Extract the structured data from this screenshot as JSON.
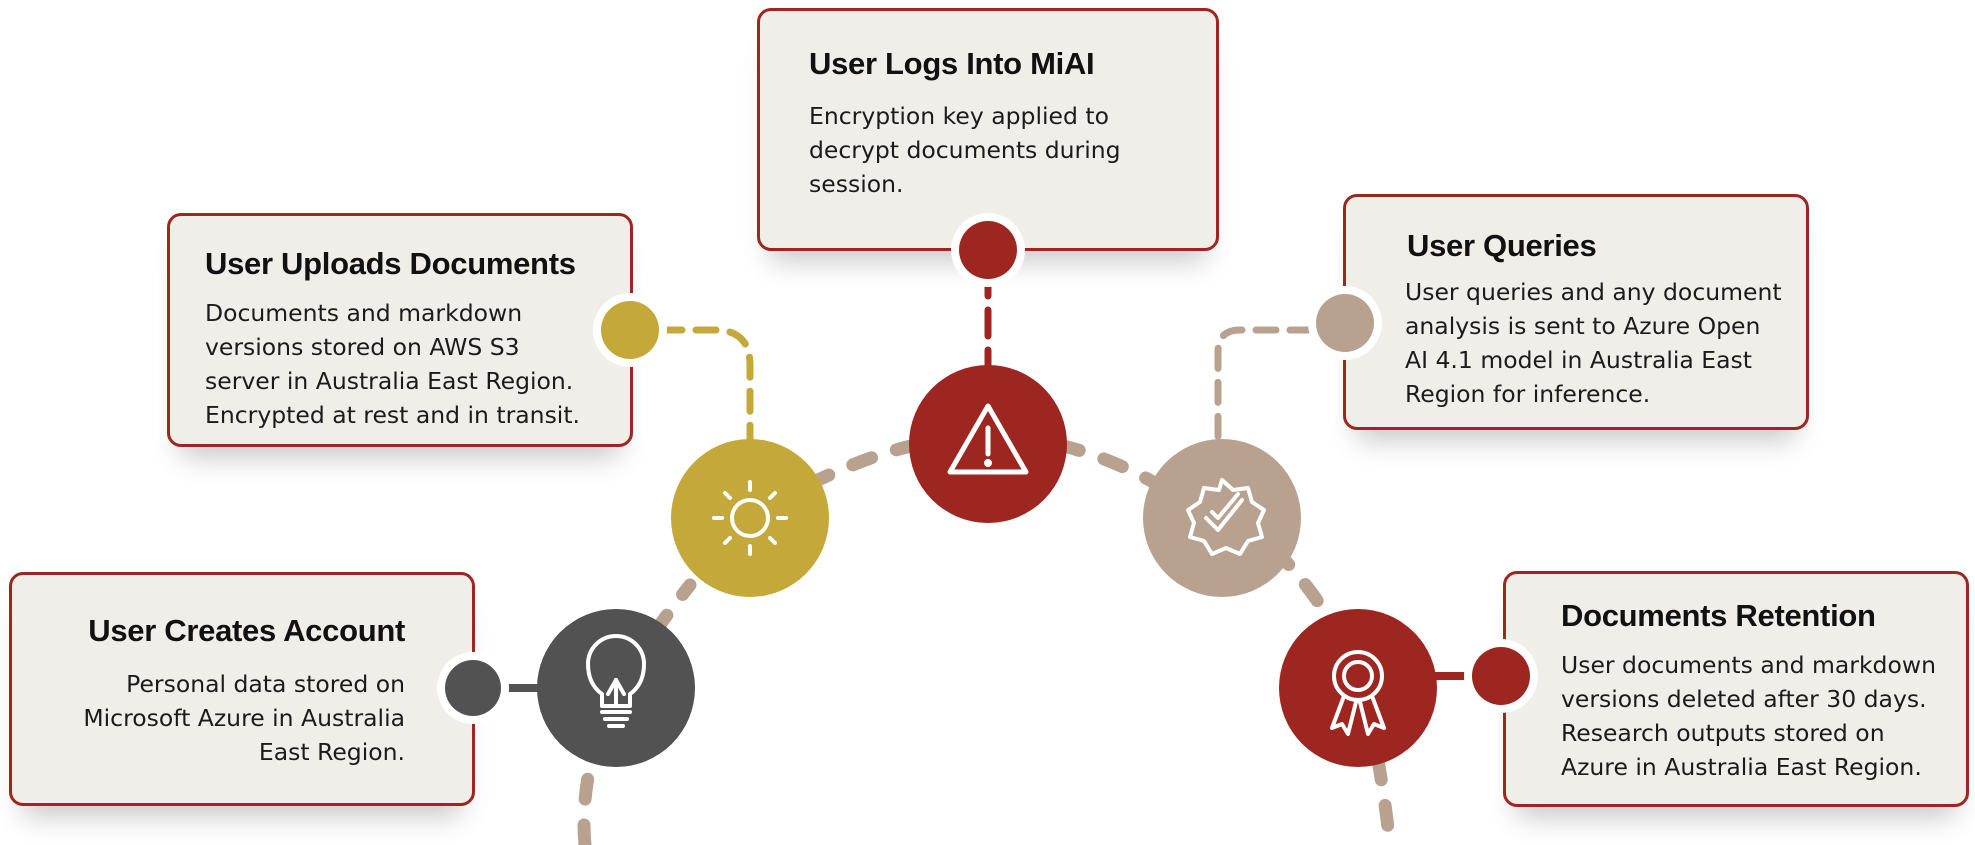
{
  "steps": [
    {
      "title": "User Creates Account",
      "body": "Personal data stored on\nMicrosoft Azure in Australia\nEast Region.",
      "color": "#525252",
      "icon": "lightbulb-icon"
    },
    {
      "title": "User Uploads Documents",
      "body": "Documents and markdown\nversions stored on AWS S3\nserver in Australia East Region.\nEncrypted at rest and in transit.",
      "color": "#c4a93a",
      "icon": "sun-icon"
    },
    {
      "title": "User Logs Into MiAI",
      "body": "Encryption key applied to\ndecrypt documents during\nsession.",
      "color": "#9e2621",
      "icon": "warning-triangle-icon"
    },
    {
      "title": "User Queries",
      "body": "User queries and any document\nanalysis is sent to Azure Open\nAI 4.1 model in Australia East\nRegion for inference.",
      "color": "#b9a190",
      "icon": "verified-badge-icon"
    },
    {
      "title": "Documents Retention",
      "body": "User documents and markdown\nversions deleted after 30 days.\nResearch outputs stored on\nAzure in Australia East Region.",
      "color": "#9e2621",
      "icon": "award-ribbon-icon"
    }
  ],
  "colors": {
    "card_background": "#f0eee8",
    "card_border": "#9e2621",
    "arc_dash": "#b9a190"
  }
}
